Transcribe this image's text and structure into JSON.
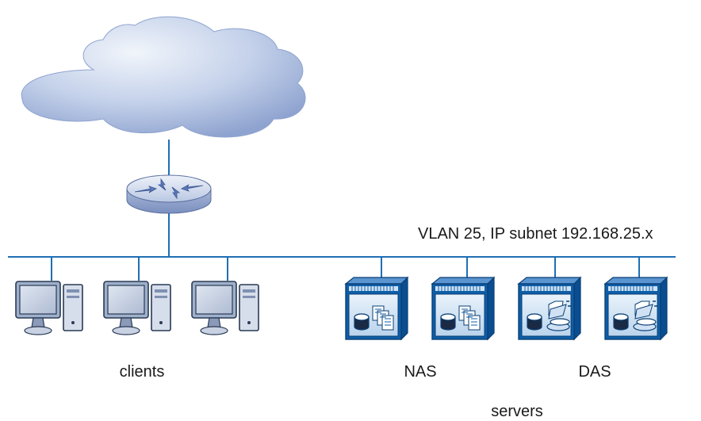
{
  "network": {
    "vlan_label": "VLAN 25, IP subnet 192.168.25.x"
  },
  "groups": {
    "clients_label": "clients",
    "nas_label": "NAS",
    "das_label": "DAS",
    "servers_label": "servers"
  },
  "nodes": {
    "cloud_icon": "cloud-icon",
    "router_icon": "router-icon",
    "client_icon": "desktop-computer-icon",
    "server_icon": "server-storage-icon"
  },
  "colors": {
    "line": "#1f6fb5",
    "cloud_light": "#dfe7f4",
    "cloud_dark": "#8ea3cf",
    "server_dark": "#0e5ea8",
    "server_light": "#e6f0fa",
    "client_outline": "#2a3a55"
  }
}
